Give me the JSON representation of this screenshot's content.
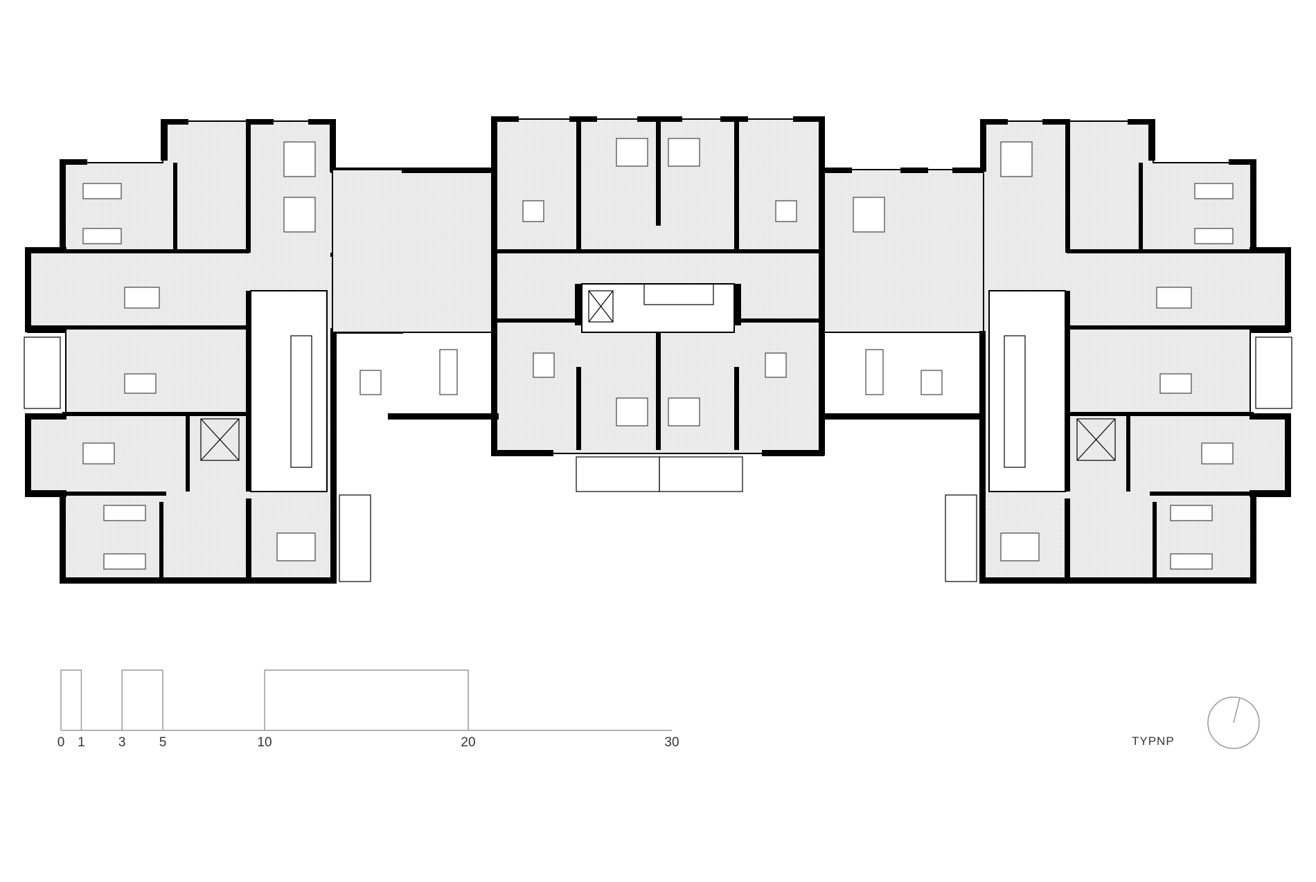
{
  "plan_label": "TYPNP",
  "scale_bar": {
    "ticks": [
      {
        "label": "0",
        "m": 0
      },
      {
        "label": "1",
        "m": 1
      },
      {
        "label": "3",
        "m": 3
      },
      {
        "label": "5",
        "m": 5
      },
      {
        "label": "10",
        "m": 10
      },
      {
        "label": "20",
        "m": 20
      },
      {
        "label": "30",
        "m": 30
      }
    ]
  },
  "north_arrow_icon": "north-arrow-icon",
  "colors": {
    "wall": "#000000",
    "room_fill": "#ececec",
    "scale_gray": "#9a9a9a"
  }
}
